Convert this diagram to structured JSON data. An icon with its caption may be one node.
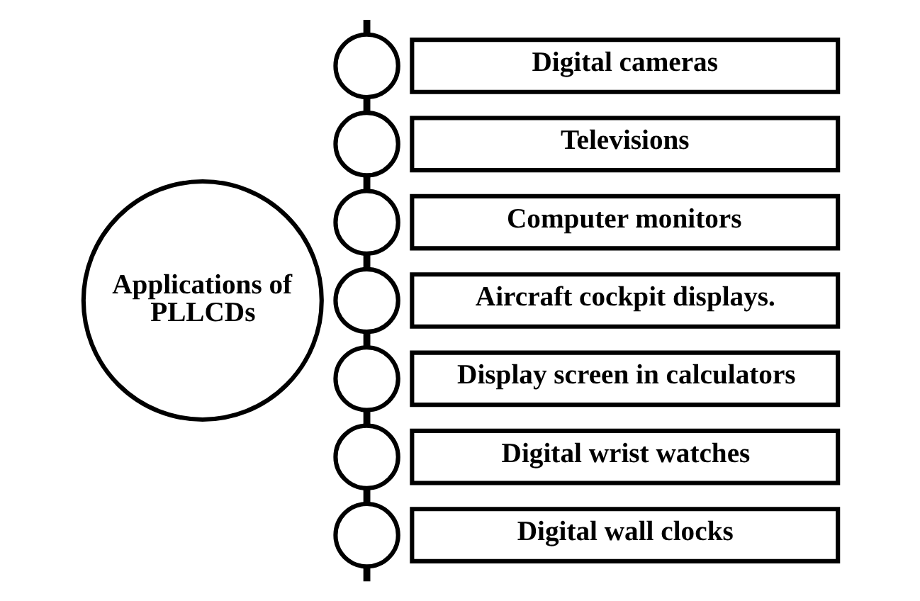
{
  "diagram": {
    "nodes": [
      {
        "text": [
          "Applications of PLLCDs"
        ]
      },
      {
        "text": [],
        "shape": "circle"
      },
      {
        "text": [
          "Digital cameras"
        ]
      },
      {
        "text": [],
        "shape": "circle"
      },
      {
        "text": [
          "Televisions"
        ]
      },
      {
        "text": [],
        "shape": "circle"
      },
      {
        "text": [
          "Computer monitors"
        ]
      },
      {
        "text": [],
        "shape": "circle"
      },
      {
        "text": [
          "Aircraft cockpit displays."
        ]
      },
      {
        "text": [],
        "shape": "circle"
      },
      {
        "text": [
          "Display screen in calculators"
        ]
      },
      {
        "text": [],
        "shape": "circle"
      },
      {
        "text": [
          "Digital wrist watches"
        ]
      },
      {
        "text": [],
        "shape": "circle"
      },
      {
        "text": [
          "Digital wall clocks"
        ]
      }
    ],
    "edges": [
      {
        "from": null,
        "to": 1,
        "arrow": "none"
      },
      {
        "from": 1,
        "to": 3,
        "arrow": "none"
      },
      {
        "from": 3,
        "to": 5,
        "arrow": "none"
      },
      {
        "from": 5,
        "to": 7,
        "arrow": "none"
      },
      {
        "from": 7,
        "to": 9,
        "arrow": "none"
      },
      {
        "from": 9,
        "to": 11,
        "arrow": "none"
      },
      {
        "from": 11,
        "to": 13,
        "arrow": "none"
      },
      {
        "from": 13,
        "to": null,
        "arrow": "none"
      }
    ]
  }
}
